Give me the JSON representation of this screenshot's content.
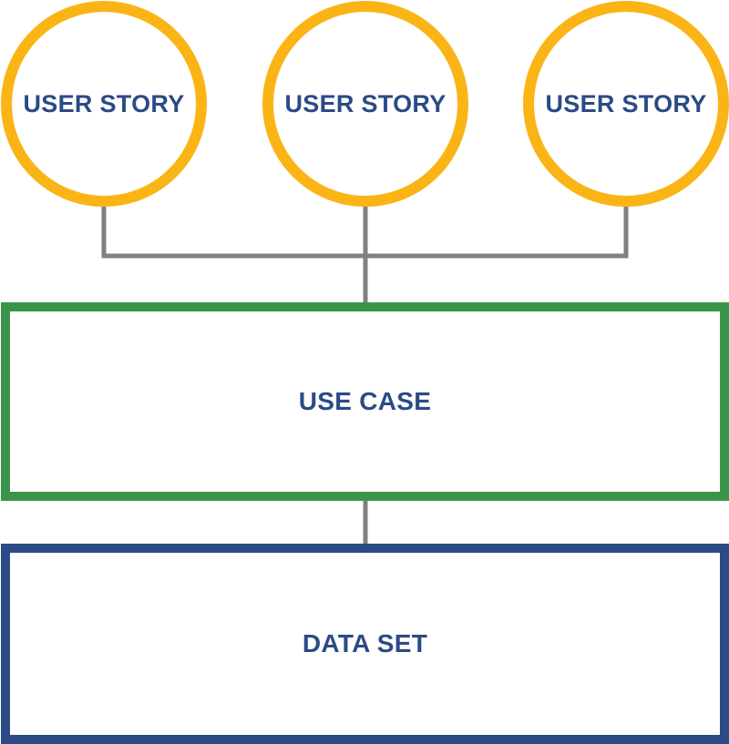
{
  "colors": {
    "story_border": "#fbb416",
    "use_case_border": "#3a9549",
    "data_set_border": "#2b4a86",
    "label_text": "#2b4a86",
    "connector": "#808080"
  },
  "user_stories": [
    {
      "label": "USER STORY"
    },
    {
      "label": "USER STORY"
    },
    {
      "label": "USER STORY"
    }
  ],
  "use_case": {
    "label": "USE CASE"
  },
  "data_set": {
    "label": "DATA SET"
  }
}
